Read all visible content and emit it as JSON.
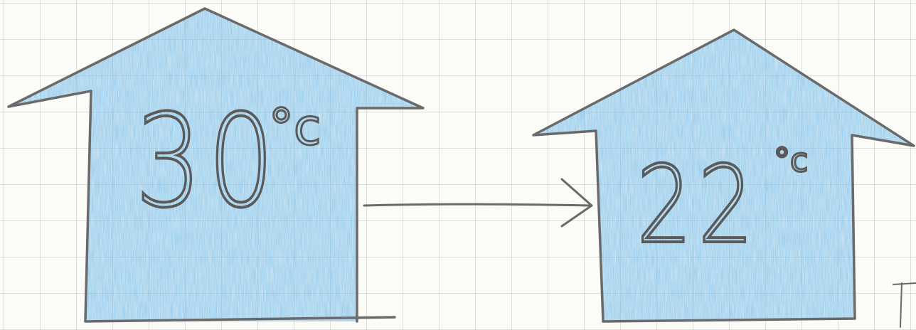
{
  "houses": [
    {
      "temperature": "30",
      "unit": "°c"
    },
    {
      "temperature": "22",
      "unit": "°c"
    }
  ],
  "colors": {
    "crayon_fill": "#7cc0ea",
    "pencil_outline": "#6a6a6a",
    "grid_line": "#c8c8c8"
  },
  "icons": {
    "arrow": "right-arrow-icon"
  }
}
